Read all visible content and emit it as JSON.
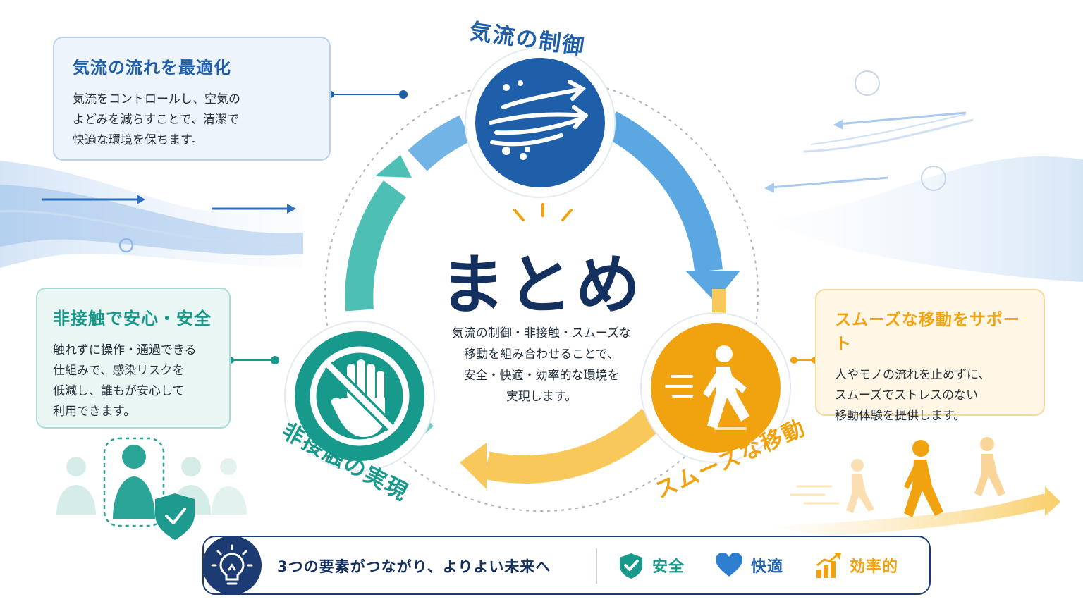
{
  "center": {
    "title": "まとめ",
    "body": "気流の制御・非接触・スムーズな\n移動を組み合わせることで、\n安全・快適・効率的な環境を\n実現します。"
  },
  "hubs": {
    "airflow": {
      "title": "気流の制御",
      "color": "#1f5ea8",
      "icon": "airflow-wind-icon"
    },
    "contactless": {
      "title": "非接触の実現",
      "color": "#17998c",
      "icon": "no-touch-hand-icon"
    },
    "movement": {
      "title": "スムーズな移動",
      "color": "#f0a20f",
      "icon": "walking-person-icon"
    }
  },
  "cards": {
    "airflow": {
      "heading": "気流の流れを最適化",
      "body": "気流をコントロールし、空気の\nよどみを減らすことで、清潔で\n快適な環境を保ちます。"
    },
    "contactless": {
      "heading": "非接触で安心・安全",
      "body": "触れずに操作・通過できる\n仕組みで、感染リスクを\n低減し、誰もが安心して\n利用できます。"
    },
    "movement": {
      "heading": "スムーズな移動をサポート",
      "body": "人やモノの流れを止めずに、\nスムーズでストレスのない\n移動体験を提供します。"
    }
  },
  "footer": {
    "message": "3つの要素がつながり、よりよい未来へ",
    "items": [
      {
        "label": "安全",
        "icon": "shield-check-icon",
        "color": "#17998c"
      },
      {
        "label": "快適",
        "icon": "heart-icon",
        "color": "#1f5ea8"
      },
      {
        "label": "効率的",
        "icon": "rising-bars-icon",
        "color": "#f0a20f"
      }
    ]
  },
  "colors": {
    "navy": "#13305f",
    "blue": "#1f5ea8",
    "light_blue": "#5aa7e2",
    "teal": "#17998c",
    "orange": "#f0a20f",
    "light_orange": "#f8c95a"
  }
}
